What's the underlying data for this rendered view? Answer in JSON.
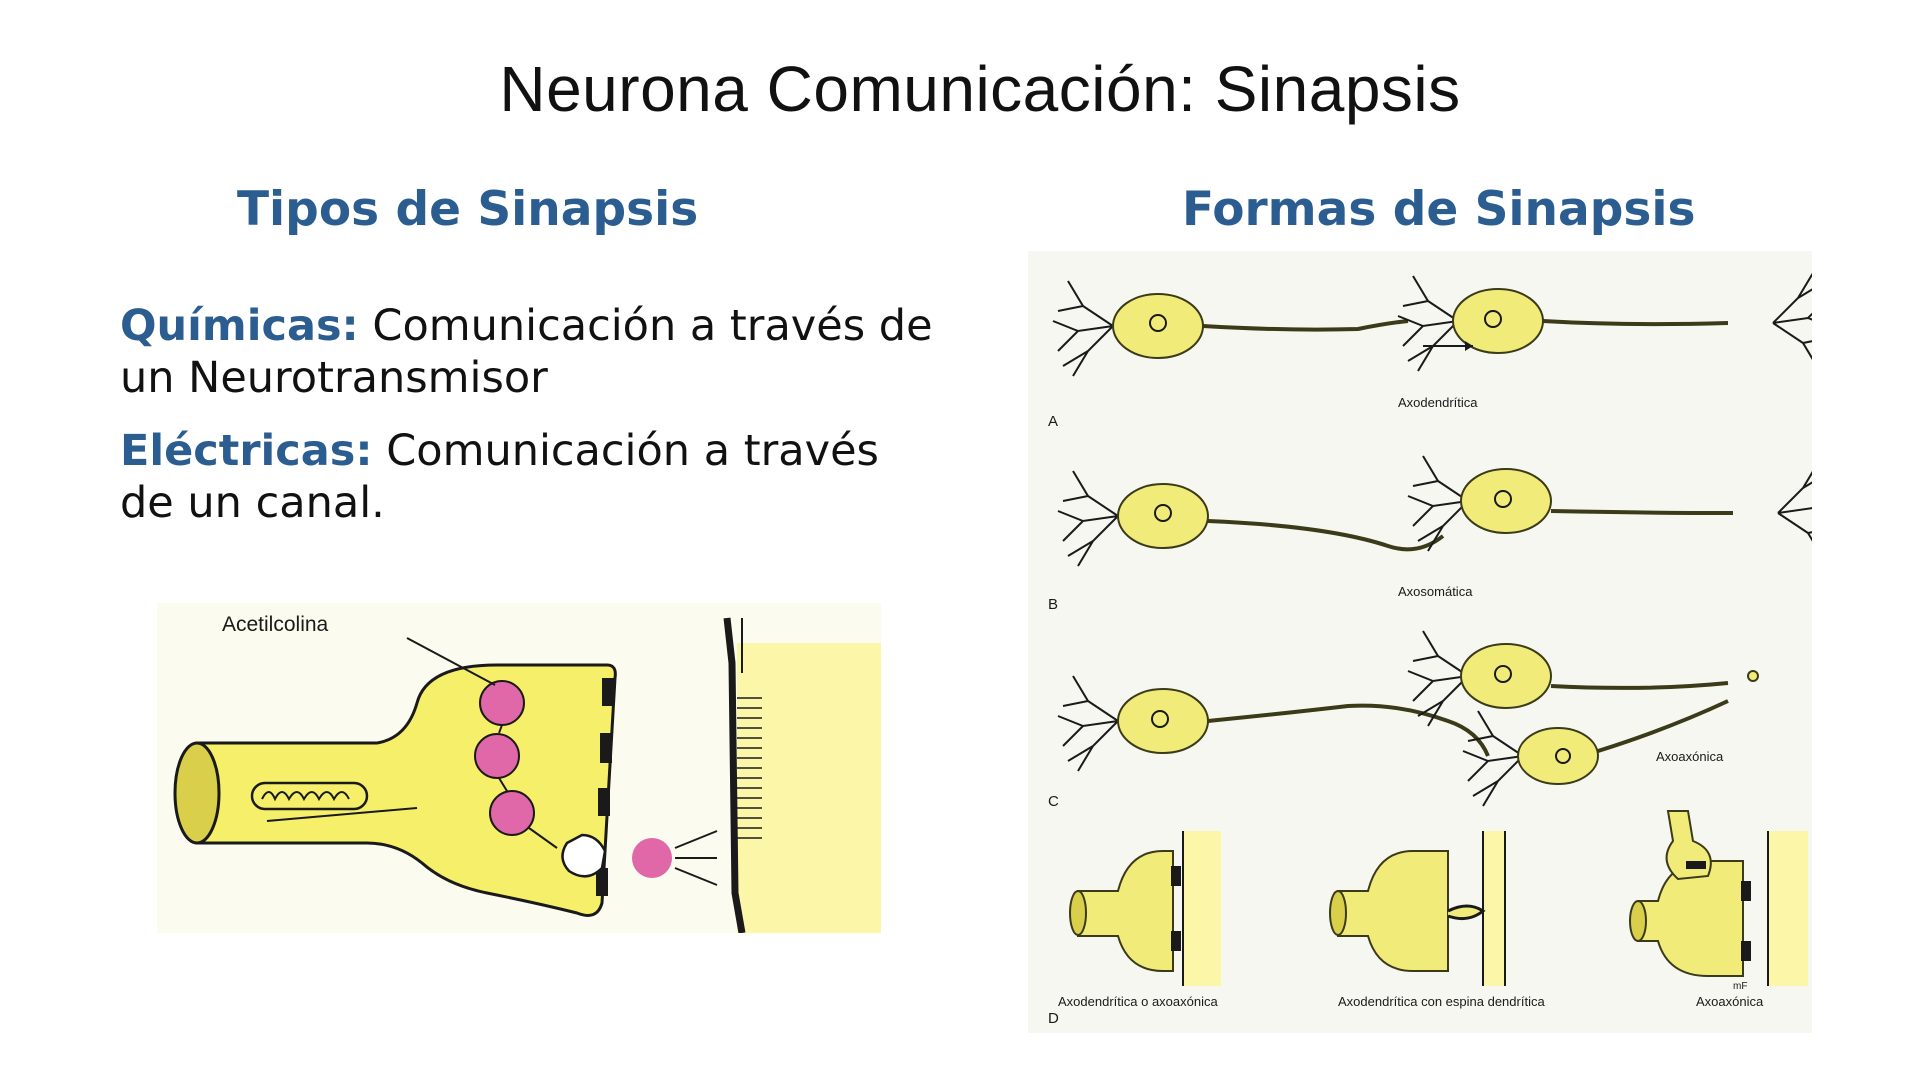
{
  "slide": {
    "title": "Neurona Comunicación: Sinapsis"
  },
  "left": {
    "heading": "Tipos de Sinapsis",
    "items": [
      {
        "term": "Químicas:",
        "text": " Comunicación a través de un Neurotransmisor"
      },
      {
        "term": "Eléctricas:",
        "text": " Comunicación a través de un canal."
      }
    ],
    "figure": {
      "label": "Acetilcolina"
    }
  },
  "right": {
    "heading": "Formas de Sinapsis",
    "figure": {
      "panels": [
        {
          "letter": "A",
          "caption": "Axodendrítica"
        },
        {
          "letter": "B",
          "caption": "Axosomática"
        },
        {
          "letter": "C",
          "caption": "Axoaxónica"
        },
        {
          "letter": "D"
        }
      ],
      "d_captions": [
        "Axodendrítica o axoaxónica",
        "Axodendrítica con espina dendrítica",
        "Axoaxónica"
      ],
      "signature": "mF"
    }
  },
  "colors": {
    "heading": "#2b5d91",
    "cell_fill": "#f1ec7a",
    "vesicle": "#e067a8",
    "outline": "#3b3b1a"
  }
}
